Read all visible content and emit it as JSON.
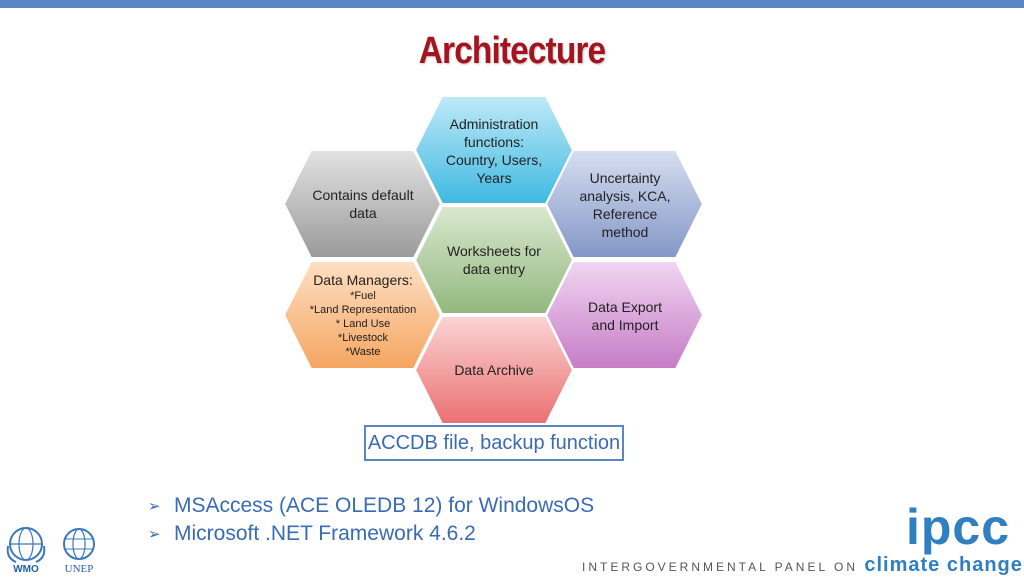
{
  "slide": {
    "title": "Architecture"
  },
  "hexagons": {
    "admin": "Administration functions: Country, Users, Years",
    "default": "Contains default data",
    "uncertainty": "Uncertainty analysis, KCA, Reference method",
    "worksheets": "Worksheets for data entry",
    "managers_title": "Data Managers:",
    "managers_items": [
      "*Fuel",
      "*Land Representation",
      "* Land Use",
      "*Livestock",
      "*Waste"
    ],
    "export": "Data Export and Import",
    "archive": "Data Archive"
  },
  "callout": "ACCDB file, backup function",
  "bullets": [
    "MSAccess (ACE OLEDB 12) for WindowsOS",
    "Microsoft .NET Framework 4.6.2"
  ],
  "logos": {
    "wmo": "WMO",
    "unep": "UNEP",
    "ipcc": "ipcc",
    "ipcc_tagline_prefix": "INTERGOVERNMENTAL PANEL ON",
    "ipcc_tagline_suffix": "climate change"
  },
  "colors": {
    "title": "#a3141e",
    "accent": "#3a6bb5",
    "topbar": "#5b86c5",
    "admin": "#5ec8e8",
    "default": "#a8a8a8",
    "uncertainty": "#8b9cc9",
    "worksheets": "#9fc08c",
    "managers": "#f7b47a",
    "export": "#cf8fcf",
    "archive": "#ee8a8a"
  }
}
